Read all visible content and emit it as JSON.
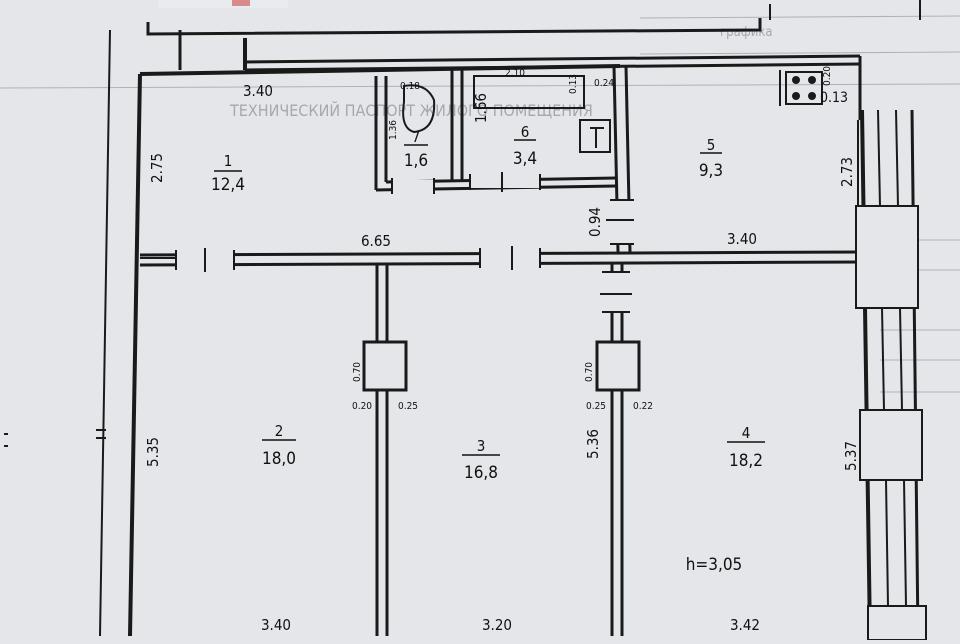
{
  "rooms": [
    {
      "number": "1",
      "area": "12,4"
    },
    {
      "number": "2",
      "area": "18,0"
    },
    {
      "number": "3",
      "area": "16,8"
    },
    {
      "number": "4",
      "area": "18,2"
    },
    {
      "number": "5",
      "area": "9,3"
    },
    {
      "number": "6",
      "area": "3,4"
    },
    {
      "number": "7",
      "area": "1,6"
    }
  ],
  "dimensions": {
    "room1_width": "3.40",
    "room1_height": "2.75",
    "room2_height": "5.35",
    "room3_height": "5.36",
    "room4_height": "5.37",
    "room5_height": "2.73",
    "corridor_length": "6.65",
    "room5_width": "3.40",
    "bottom_left": "3.40",
    "bottom_mid": "3.20",
    "bottom_right": "3.42",
    "bath_width": "2.10",
    "bath_depth": "1.66",
    "wc_depth": "1.36",
    "wc_small": "0.18",
    "bath_small_a": "0.13",
    "bath_small_b": "0.24",
    "passage": "0.94",
    "chimney_left_h": "0.70",
    "chimney_left_a": "0.20",
    "chimney_left_b": "0.25",
    "chimney_right_h": "0.70",
    "chimney_right_a": "0.25",
    "chimney_right_b": "0.22",
    "stove_a": "0.13",
    "stove_b": "0.20"
  },
  "ceiling_height": "h=3,05",
  "background_text": {
    "header_fragment": "ТЕХНИЧЕСКИЙ ПАСПОРТ ЖИЛОГО ПОМЕЩЕНИЯ",
    "top_fragment": "графика"
  },
  "colors": {
    "paper": "#e4e6ea",
    "ink": "#111111",
    "wall": "#1a1a1a",
    "faint": "#9aa0a8"
  }
}
